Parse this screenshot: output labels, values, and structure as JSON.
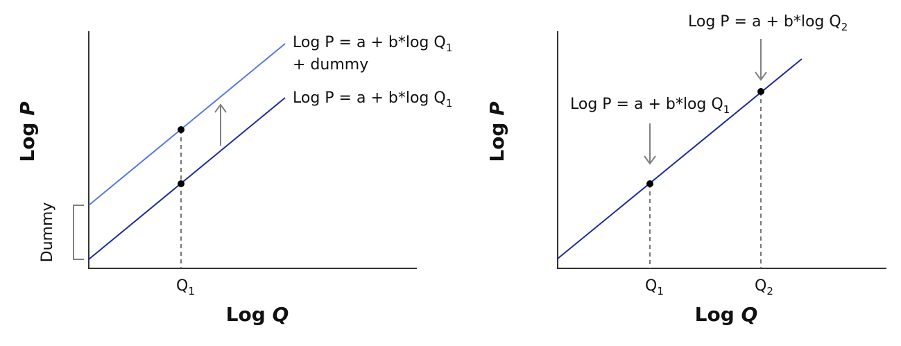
{
  "colors": {
    "axis": "#333333",
    "line_dark": "#1a2a9e",
    "line_light": "#5577e8",
    "guide": "#777777",
    "arrow": "#808080",
    "point": "#000000"
  },
  "left_panel": {
    "y_axis_title": {
      "prefix": "Log ",
      "var": "P"
    },
    "x_axis_title": {
      "prefix": "Log ",
      "var": "Q"
    },
    "q1_tick": {
      "main": "Q",
      "sub": "1"
    },
    "dummy_label": "Dummy",
    "upper_line_label": {
      "text": "Log P = a + b*log Q",
      "sub": "1",
      "second_line": "+ dummy"
    },
    "lower_line_label": {
      "text": "Log P = a + b*log Q",
      "sub": "1"
    }
  },
  "right_panel": {
    "y_axis_title": {
      "prefix": "Log ",
      "var": "P"
    },
    "x_axis_title": {
      "prefix": "Log ",
      "var": "Q"
    },
    "q1_tick": {
      "main": "Q",
      "sub": "1"
    },
    "q2_tick": {
      "main": "Q",
      "sub": "2"
    },
    "point1_label": {
      "text": "Log P = a + b*log Q",
      "sub": "1"
    },
    "point2_label": {
      "text": "Log P = a + b*log Q",
      "sub": "2"
    }
  }
}
